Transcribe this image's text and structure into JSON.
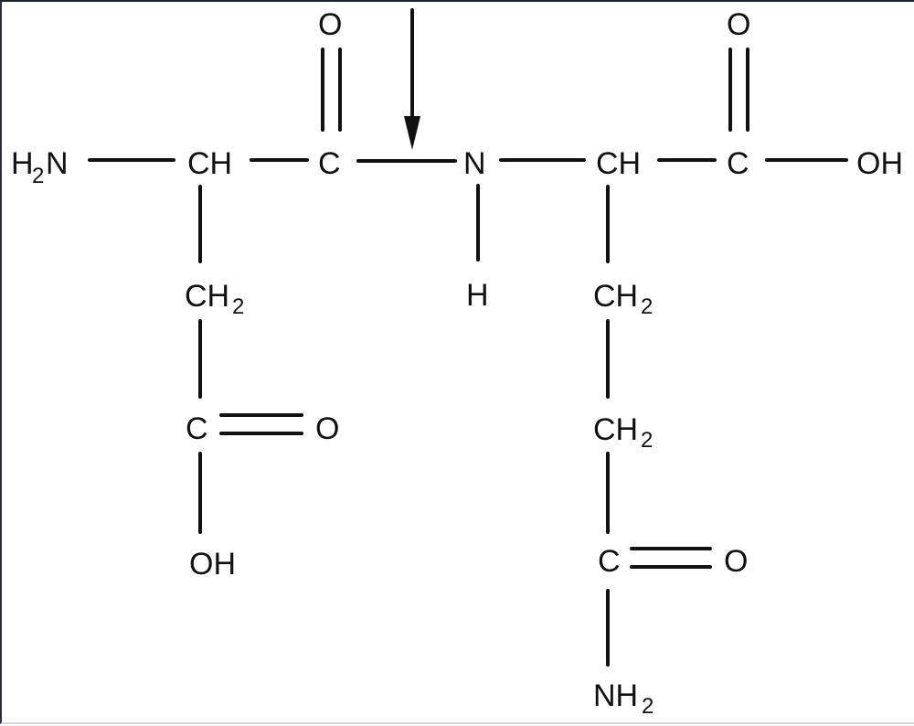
{
  "diagram": {
    "type": "structural-formula",
    "description": "Dipeptide structure (Asp-Gln) with arrow marking the peptide bond",
    "backbone": {
      "amino_group": {
        "main": "H",
        "sub": "2",
        "tail": "N"
      },
      "alpha_carbon_1": "CH",
      "carbonyl_carbon_1": "C",
      "carbonyl_oxygen_1": "O",
      "amide_nitrogen": "N",
      "amide_hydrogen": "H",
      "alpha_carbon_2": "CH",
      "carbonyl_carbon_2": "C",
      "carbonyl_oxygen_2": "O",
      "terminal_hydroxyl": "OH"
    },
    "side_chain_left": {
      "methylene": {
        "main": "CH",
        "sub": "2"
      },
      "carboxyl_carbon": "C",
      "carboxyl_oxygen": "O",
      "hydroxyl": "OH"
    },
    "side_chain_right": {
      "methylene_1": {
        "main": "CH",
        "sub": "2"
      },
      "methylene_2": {
        "main": "CH",
        "sub": "2"
      },
      "amide_carbon": "C",
      "amide_oxygen": "O",
      "amide_nitrogen": {
        "main": "NH",
        "sub": "2"
      }
    },
    "annotation": {
      "arrow": "peptide-bond-indicator"
    },
    "colors": {
      "ink": "#111111",
      "background": "#ffffff"
    }
  }
}
